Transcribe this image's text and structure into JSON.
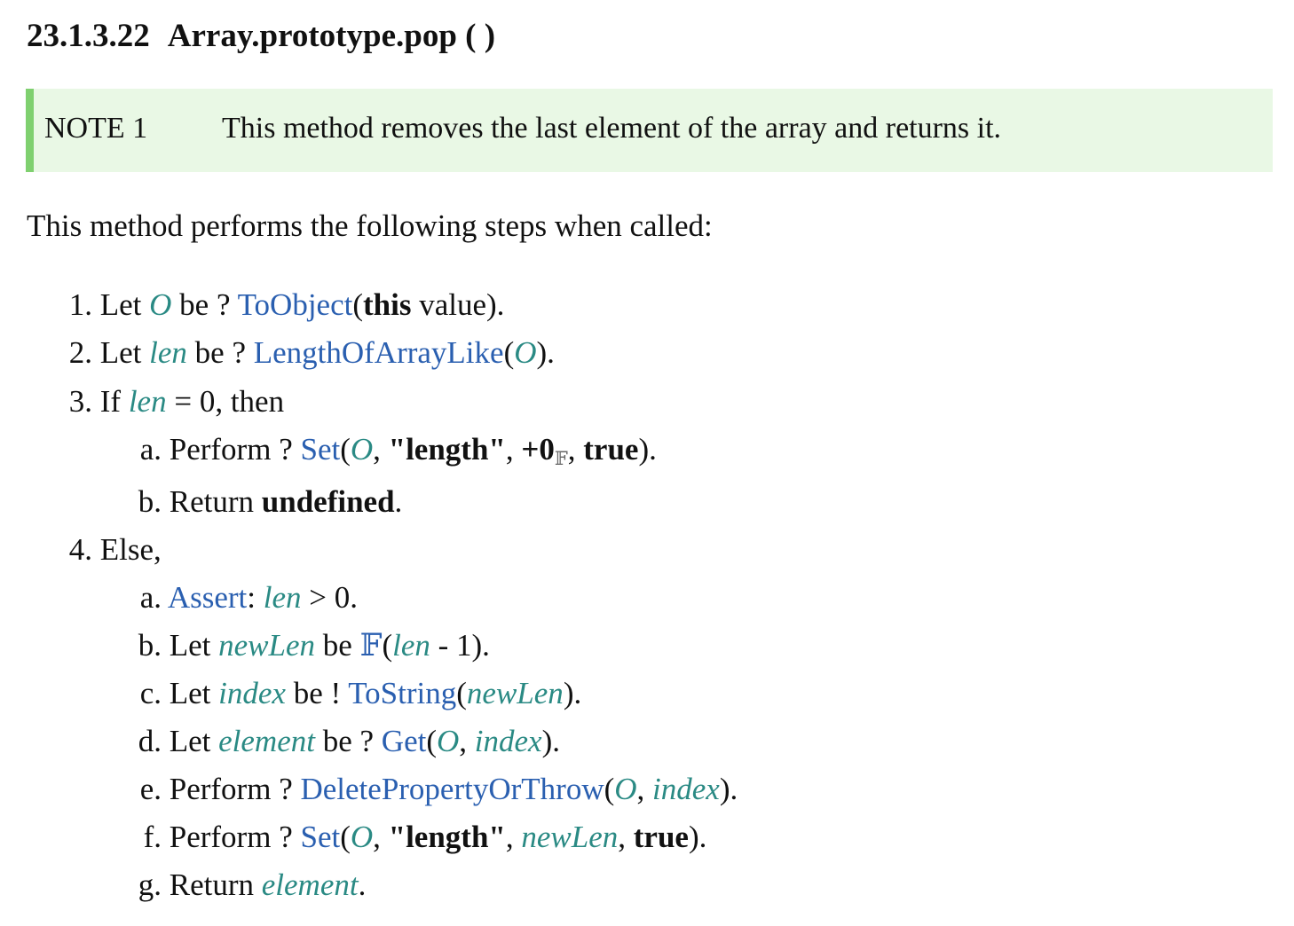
{
  "heading": {
    "section_number": "23.1.3.22",
    "title": "Array.prototype.pop ( )"
  },
  "note": {
    "label": "NOTE 1",
    "text": "This method removes the last element of the array and returns it."
  },
  "intro": "This method performs the following steps when called:",
  "steps": {
    "s1": {
      "num": "1.",
      "t1": "Let ",
      "v1": "O",
      "t2": " be ? ",
      "r1": "ToObject",
      "t3": "(",
      "k1": "this",
      "t4": " value)."
    },
    "s2": {
      "num": "2.",
      "t1": "Let ",
      "v1": "len",
      "t2": " be ? ",
      "r1": "LengthOfArrayLike",
      "t3": "(",
      "v2": "O",
      "t4": ")."
    },
    "s3": {
      "num": "3.",
      "t1": "If ",
      "v1": "len",
      "t2": " = 0, then"
    },
    "s3a": {
      "num": "a.",
      "t1": "Perform ? ",
      "r1": "Set",
      "t2": "(",
      "v1": "O",
      "t3": ", ",
      "k1": "\"length\"",
      "t4": ", ",
      "k2": "+0",
      "sub": "𝔽",
      "t5": ", ",
      "k3": "true",
      "t6": ")."
    },
    "s3b": {
      "num": "b.",
      "t1": "Return ",
      "k1": "undefined",
      "t2": "."
    },
    "s4": {
      "num": "4.",
      "t1": "Else,"
    },
    "s4a": {
      "num": "a.",
      "r1": "Assert",
      "t1": ": ",
      "v1": "len",
      "t2": " > 0."
    },
    "s4b": {
      "num": "b.",
      "t1": "Let ",
      "v1": "newLen",
      "t2": " be ",
      "r1": "𝔽",
      "t3": "(",
      "v2": "len",
      "t4": " - 1)."
    },
    "s4c": {
      "num": "c.",
      "t1": "Let ",
      "v1": "index",
      "t2": " be ! ",
      "r1": "ToString",
      "t3": "(",
      "v2": "newLen",
      "t4": ")."
    },
    "s4d": {
      "num": "d.",
      "t1": "Let ",
      "v1": "element",
      "t2": " be ? ",
      "r1": "Get",
      "t3": "(",
      "v2": "O",
      "t4": ", ",
      "v3": "index",
      "t5": ")."
    },
    "s4e": {
      "num": "e.",
      "t1": "Perform ? ",
      "r1": "DeletePropertyOrThrow",
      "t2": "(",
      "v1": "O",
      "t3": ", ",
      "v2": "index",
      "t4": ")."
    },
    "s4f": {
      "num": "f.",
      "t1": "Perform ? ",
      "r1": "Set",
      "t2": "(",
      "v1": "O",
      "t3": ", ",
      "k1": "\"length\"",
      "t4": ", ",
      "v2": "newLen",
      "t5": ", ",
      "k2": "true",
      "t6": ")."
    },
    "s4g": {
      "num": "g.",
      "t1": "Return ",
      "v1": "element",
      "t2": "."
    }
  },
  "colors": {
    "variable": "#2a8a84",
    "reference_link": "#2a5fb0",
    "note_background": "#e9f8e5",
    "note_border": "#7fd06f"
  }
}
